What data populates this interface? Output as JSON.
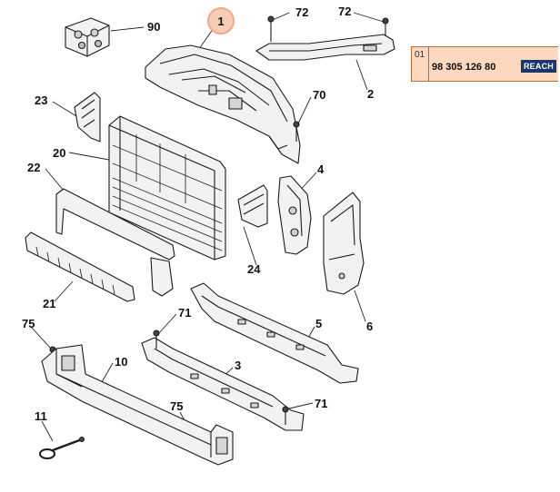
{
  "highlight_label": "1",
  "callouts": {
    "c90": "90",
    "c72a": "72",
    "c72b": "72",
    "c2": "2",
    "c23": "23",
    "c70": "70",
    "c20": "20",
    "c4": "4",
    "c22": "22",
    "c24": "24",
    "c6": "6",
    "c21": "21",
    "c75a": "75",
    "c71a": "71",
    "c5": "5",
    "c10": "10",
    "c3": "3",
    "c11": "11",
    "c75b": "75",
    "c71b": "71"
  },
  "reference": {
    "index": "01",
    "part_number": "98 305 126 80",
    "badge": "REACH"
  },
  "colors": {
    "highlight_fill": "#f8cdb7",
    "reference_fill": "#fcd8bf",
    "badge_fill": "#19356b"
  }
}
